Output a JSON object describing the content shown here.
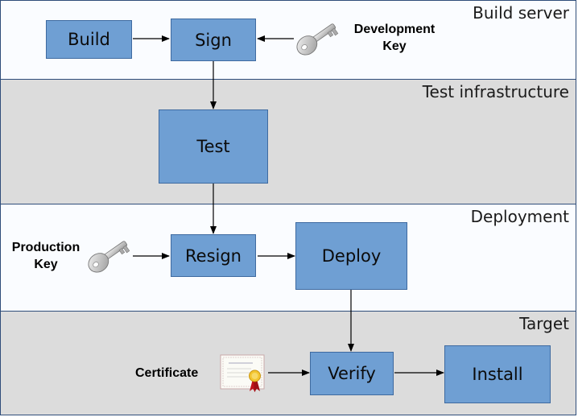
{
  "lanes": {
    "build_server": "Build server",
    "test_infrastructure": "Test infrastructure",
    "deployment": "Deployment",
    "target": "Target"
  },
  "steps": {
    "build": "Build",
    "sign": "Sign",
    "test": "Test",
    "resign": "Resign",
    "deploy": "Deploy",
    "verify": "Verify",
    "install": "Install"
  },
  "inputs": {
    "development_key_line1": "Development",
    "development_key_line2": "Key",
    "production_key_line1": "Production",
    "production_key_line2": "Key",
    "certificate": "Certificate"
  },
  "icons": [
    "key-icon",
    "key-icon",
    "certificate-icon"
  ],
  "colors": {
    "box_fill": "#6f9fd3",
    "lane_alt_fill": "#dcdcdc",
    "lane_fill": "#fafcff",
    "border": "#2f4d7a"
  }
}
